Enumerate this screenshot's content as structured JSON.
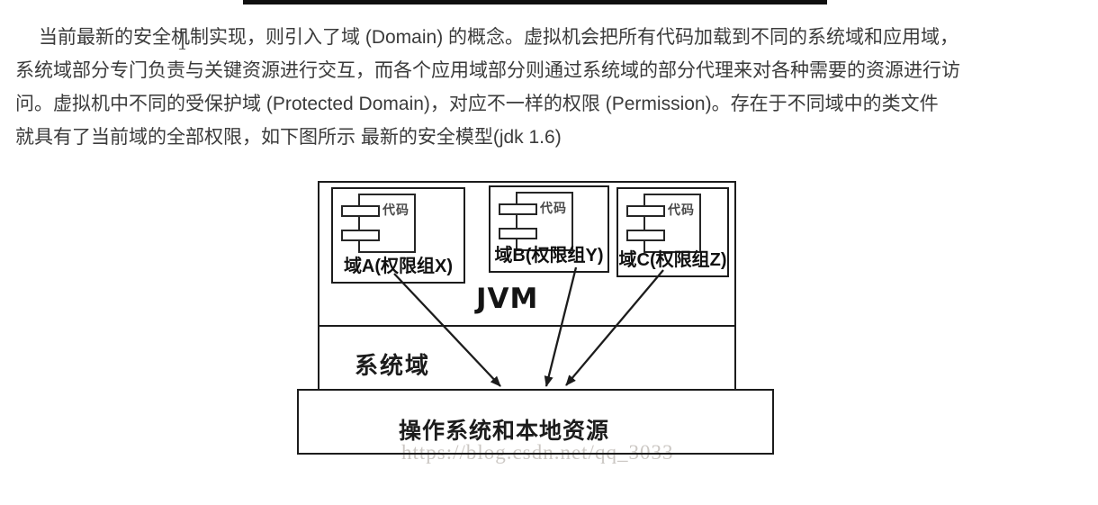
{
  "paragraph": {
    "lines": [
      "当前最新的安全机制实现，则引入了域 (Domain) 的概念。虚拟机会把所有代码加载到不同的系统域和应用域，",
      "系统域部分专门负责与关键资源进行交互，而各个应用域部分则通过系统域的部分代理来对各种需要的资源进行访",
      "问。虚拟机中不同的受保护域 (Protected Domain)，对应不一样的权限 (Permission)。存在于不同域中的类文件",
      "就具有了当前域的全部权限，如下图所示 最新的安全模型(jdk 1.6)"
    ]
  },
  "diagram": {
    "jvm_label": "JVM",
    "system_domain_label": "系统域",
    "bottom_label": "操作系统和本地资源",
    "code_label": "代码",
    "domains": [
      {
        "label": "域A(权限组X)"
      },
      {
        "label": "域B(权限组Y)"
      },
      {
        "label": "域C(权限组Z)"
      }
    ],
    "watermark": "https://blog.csdn.net/qq_3033"
  },
  "colors": {
    "line": "#1c1c1c",
    "text": "#3b3b3b",
    "watermark": "#cbc7c3"
  }
}
